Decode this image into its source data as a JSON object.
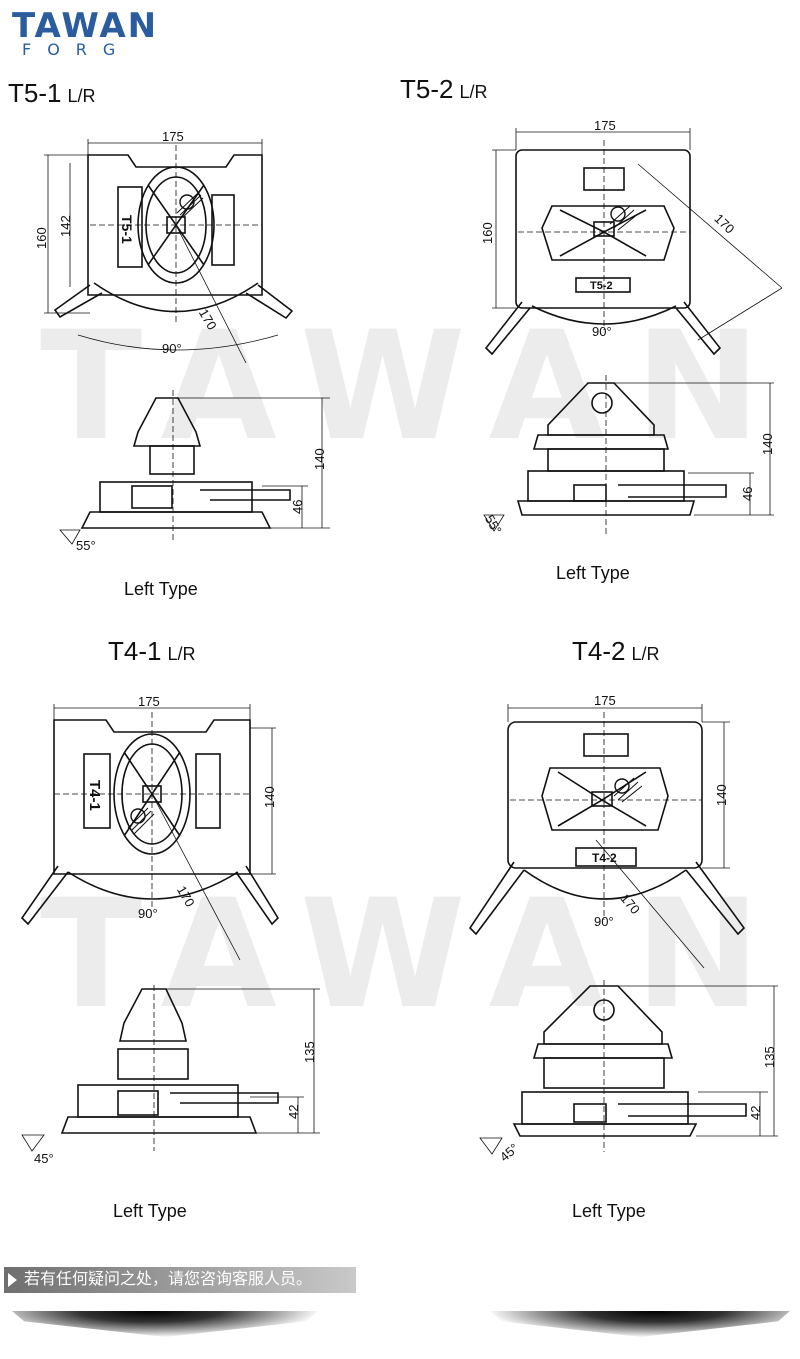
{
  "brand": {
    "name_top": "TAWAN",
    "name_bottom": "FORG",
    "color": "#2a5c9e"
  },
  "watermark": "TAWAN",
  "models": [
    {
      "title": "T5-1",
      "suffix": "L/R",
      "label": "T5-1",
      "dims": {
        "width": "175",
        "height_outer": "160",
        "height_inner": "142",
        "diag": "170",
        "angle": "90°",
        "side_height": "140",
        "side_low": "46",
        "tilt": "55°"
      },
      "caption": "Left Type"
    },
    {
      "title": "T5-2",
      "suffix": "L/R",
      "label": "T5-2",
      "dims": {
        "width": "175",
        "height_outer": "160",
        "diag": "170",
        "angle": "90°",
        "side_height": "140",
        "side_low": "46",
        "tilt": "55°"
      },
      "caption": "Left Type"
    },
    {
      "title": "T4-1",
      "suffix": "L/R",
      "label": "T4-1",
      "dims": {
        "width": "175",
        "height_outer": "140",
        "diag": "170",
        "angle": "90°",
        "side_height": "135",
        "side_low": "42",
        "tilt": "45°"
      },
      "caption": "Left Type"
    },
    {
      "title": "T4-2",
      "suffix": "L/R",
      "label": "T4-2",
      "dims": {
        "width": "175",
        "height_outer": "140",
        "diag": "170",
        "angle": "90°",
        "side_height": "135",
        "side_low": "42",
        "tilt": "45°"
      },
      "caption": "Left Type"
    }
  ],
  "footer": {
    "text": "若有任何疑问之处，请您咨询客服人员。"
  }
}
